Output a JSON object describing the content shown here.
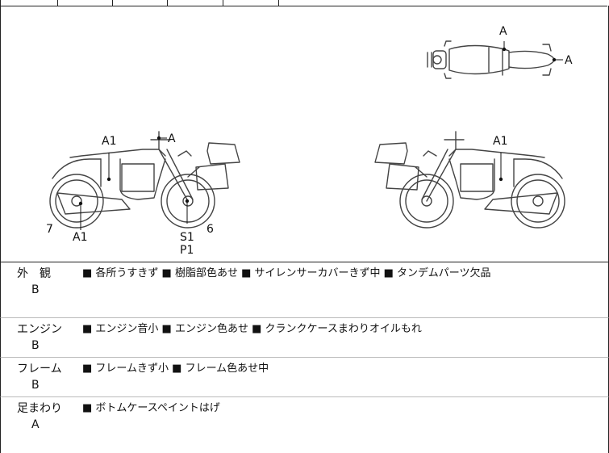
{
  "diagram": {
    "labels": {
      "top_a1": "A",
      "top_a2": "A",
      "left_a1": "A1",
      "left_a_mirror": "A",
      "left_a1_bottom": "A1",
      "left_7": "7",
      "left_s1": "S1",
      "left_p1": "P1",
      "left_6": "6",
      "right_a1": "A1"
    }
  },
  "rows": [
    {
      "category": "外　観",
      "grade": "B",
      "items": "■ 各所うすきず ■ 樹脂部色あせ ■ サイレンサーカバーきず中 ■ タンデムパーツ欠品"
    },
    {
      "category": "エンジン",
      "grade": "B",
      "items": "■ エンジン音小 ■ エンジン色あせ ■ クランクケースまわりオイルもれ"
    },
    {
      "category": "フレーム",
      "grade": "B",
      "items": "■ フレームきず小 ■ フレーム色あせ中"
    },
    {
      "category": "足まわり",
      "grade": "A",
      "items": "■ ボトムケースペイントはげ"
    }
  ]
}
